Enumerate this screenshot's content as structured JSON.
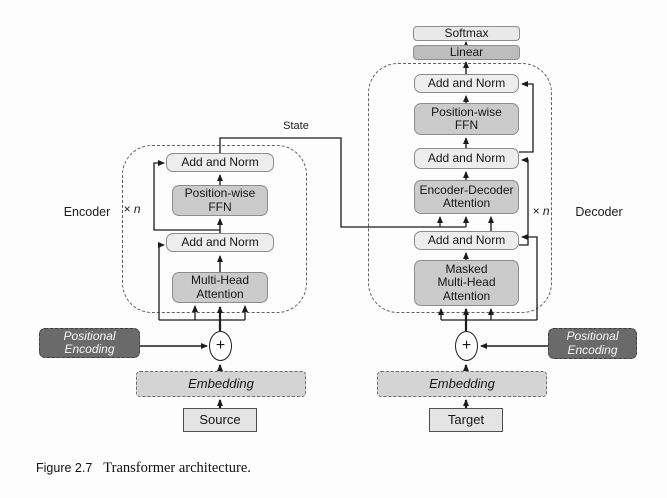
{
  "caption": {
    "label": "Figure 2.7",
    "text": "Transformer architecture."
  },
  "annotations": {
    "state": "State",
    "encoder": "Encoder",
    "decoder": "Decoder",
    "encoder_repeat": "× n",
    "decoder_repeat": "× n"
  },
  "output_head": {
    "softmax": "Softmax",
    "linear": "Linear"
  },
  "encoder": {
    "add_norm_top": "Add and Norm",
    "ffn": [
      "Position-wise",
      "FFN"
    ],
    "add_norm_bottom": "Add and Norm",
    "attention": [
      "Multi-Head",
      "Attention"
    ],
    "plus": "+",
    "positional_encoding": [
      "Positional",
      "Encoding"
    ],
    "embedding": "Embedding",
    "input": "Source"
  },
  "decoder": {
    "add_norm_top": "Add and Norm",
    "ffn": [
      "Position-wise",
      "FFN"
    ],
    "add_norm_mid": "Add and Norm",
    "enc_dec_attention": [
      "Encoder-Decoder",
      "Attention"
    ],
    "add_norm_bottom": "Add and Norm",
    "masked_attention": [
      "Masked",
      "Multi-Head",
      "Attention"
    ],
    "plus": "+",
    "positional_encoding": [
      "Positional",
      "Encoding"
    ],
    "embedding": "Embedding",
    "input": "Target"
  },
  "colors": {
    "box_light": "#ededed",
    "box_gray": "#cbcbcb",
    "linear_fill": "#bdbdbd",
    "positional_encoding_fill": "#6a6a6a",
    "embedding_fill": "#d4d4d4",
    "io_fill": "#e4e4e4",
    "line": "#1c1c1c",
    "background": "#fdfdfd"
  }
}
